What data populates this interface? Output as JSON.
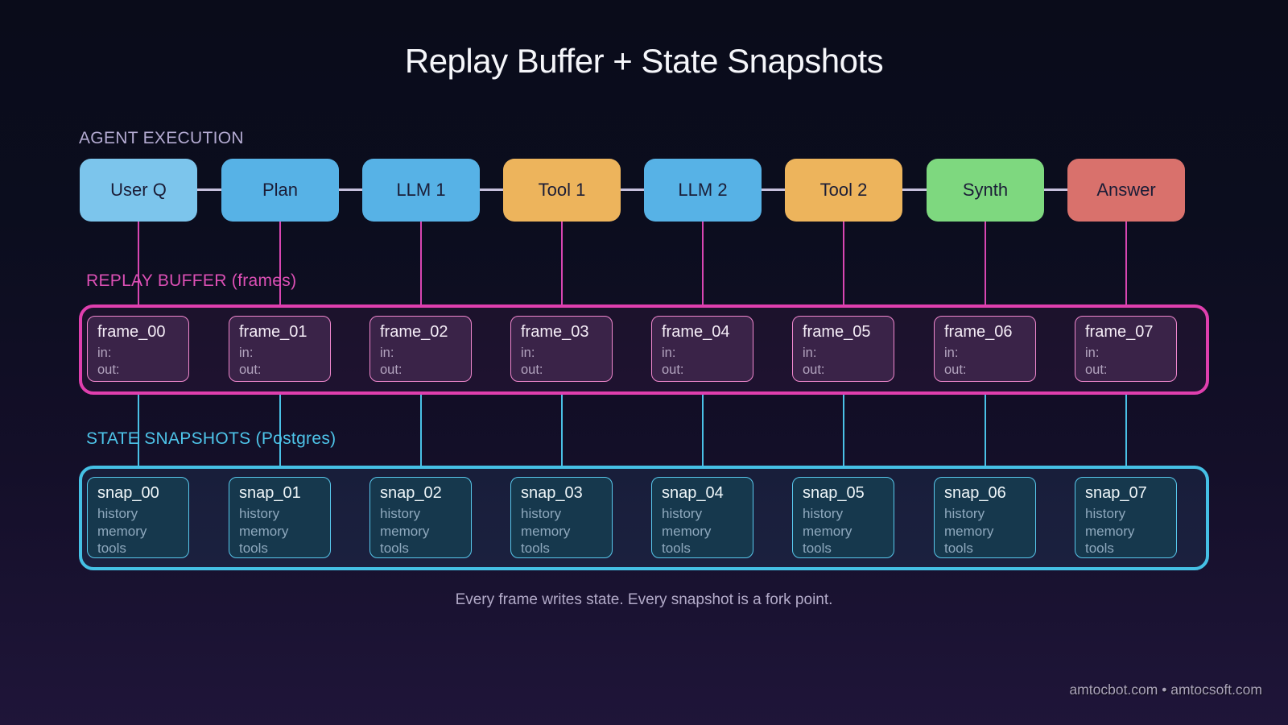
{
  "title": "Replay Buffer + State Snapshots",
  "colors": {
    "background_top": "#0a0c1a",
    "background_bottom": "#1f1539",
    "step_blue": "#57b2e6",
    "step_light_blue": "#7cc5ec",
    "step_orange": "#edb45c",
    "step_green": "#7ed87f",
    "step_red": "#d9716c",
    "replay_accent": "#df3fae",
    "snapshot_accent": "#45c0e5",
    "agent_label_color": "#b4abd2"
  },
  "agent": {
    "label": "AGENT EXECUTION",
    "steps": [
      {
        "label": "User Q",
        "color": "#7cc5ec"
      },
      {
        "label": "Plan",
        "color": "#57b2e6"
      },
      {
        "label": "LLM 1",
        "color": "#57b2e6"
      },
      {
        "label": "Tool 1",
        "color": "#edb45c"
      },
      {
        "label": "LLM 2",
        "color": "#57b2e6"
      },
      {
        "label": "Tool 2",
        "color": "#edb45c"
      },
      {
        "label": "Synth",
        "color": "#7ed87f"
      },
      {
        "label": "Answer",
        "color": "#d9716c"
      }
    ]
  },
  "replay": {
    "label": "REPLAY BUFFER (frames)",
    "frames": [
      {
        "title": "frame_00",
        "fields": [
          "in:",
          "out:"
        ]
      },
      {
        "title": "frame_01",
        "fields": [
          "in:",
          "out:"
        ]
      },
      {
        "title": "frame_02",
        "fields": [
          "in:",
          "out:"
        ]
      },
      {
        "title": "frame_03",
        "fields": [
          "in:",
          "out:"
        ]
      },
      {
        "title": "frame_04",
        "fields": [
          "in:",
          "out:"
        ]
      },
      {
        "title": "frame_05",
        "fields": [
          "in:",
          "out:"
        ]
      },
      {
        "title": "frame_06",
        "fields": [
          "in:",
          "out:"
        ]
      },
      {
        "title": "frame_07",
        "fields": [
          "in:",
          "out:"
        ]
      }
    ]
  },
  "snapshots": {
    "label": "STATE SNAPSHOTS (Postgres)",
    "snaps": [
      {
        "title": "snap_00",
        "fields": [
          "history",
          "memory",
          "tools"
        ]
      },
      {
        "title": "snap_01",
        "fields": [
          "history",
          "memory",
          "tools"
        ]
      },
      {
        "title": "snap_02",
        "fields": [
          "history",
          "memory",
          "tools"
        ]
      },
      {
        "title": "snap_03",
        "fields": [
          "history",
          "memory",
          "tools"
        ]
      },
      {
        "title": "snap_04",
        "fields": [
          "history",
          "memory",
          "tools"
        ]
      },
      {
        "title": "snap_05",
        "fields": [
          "history",
          "memory",
          "tools"
        ]
      },
      {
        "title": "snap_06",
        "fields": [
          "history",
          "memory",
          "tools"
        ]
      },
      {
        "title": "snap_07",
        "fields": [
          "history",
          "memory",
          "tools"
        ]
      }
    ]
  },
  "caption": "Every frame writes state. Every snapshot is a fork point.",
  "footer": "amtocbot.com  •  amtocsoft.com"
}
